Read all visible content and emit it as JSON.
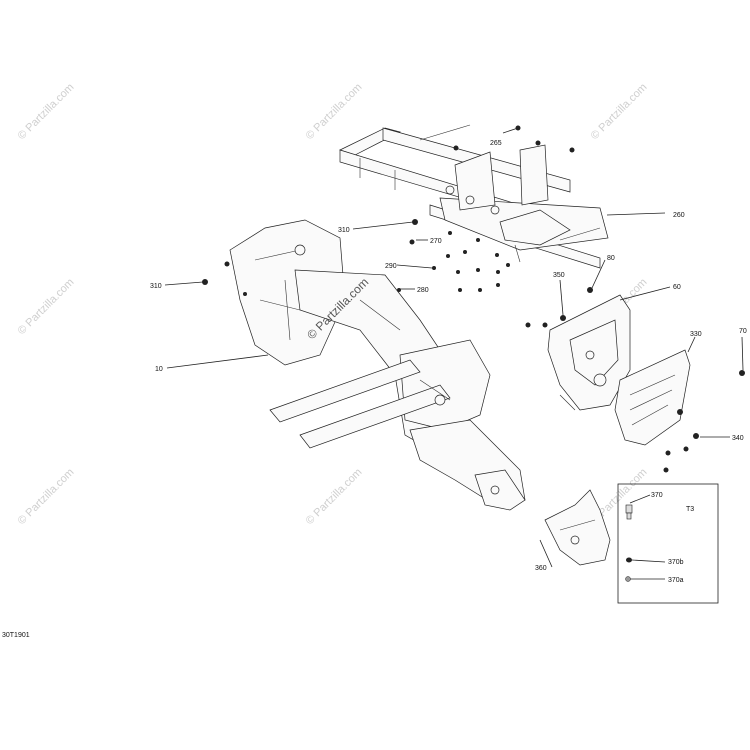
{
  "diagram": {
    "watermark_center": "© Partzilla.com",
    "watermark_repeat": "© Partzilla.com",
    "doc_code": "30T1901",
    "kit_box_title": "T3",
    "callouts": {
      "c265": "265",
      "c260": "260",
      "c310a": "310",
      "c270": "270",
      "c290": "290",
      "c280": "280",
      "c310b": "310",
      "c10": "10",
      "c350": "350",
      "c80": "80",
      "c60": "60",
      "c330": "330",
      "c70": "70",
      "c340": "340",
      "c370": "370",
      "c370b": "370b",
      "c370a": "370a",
      "c360": "360"
    }
  }
}
